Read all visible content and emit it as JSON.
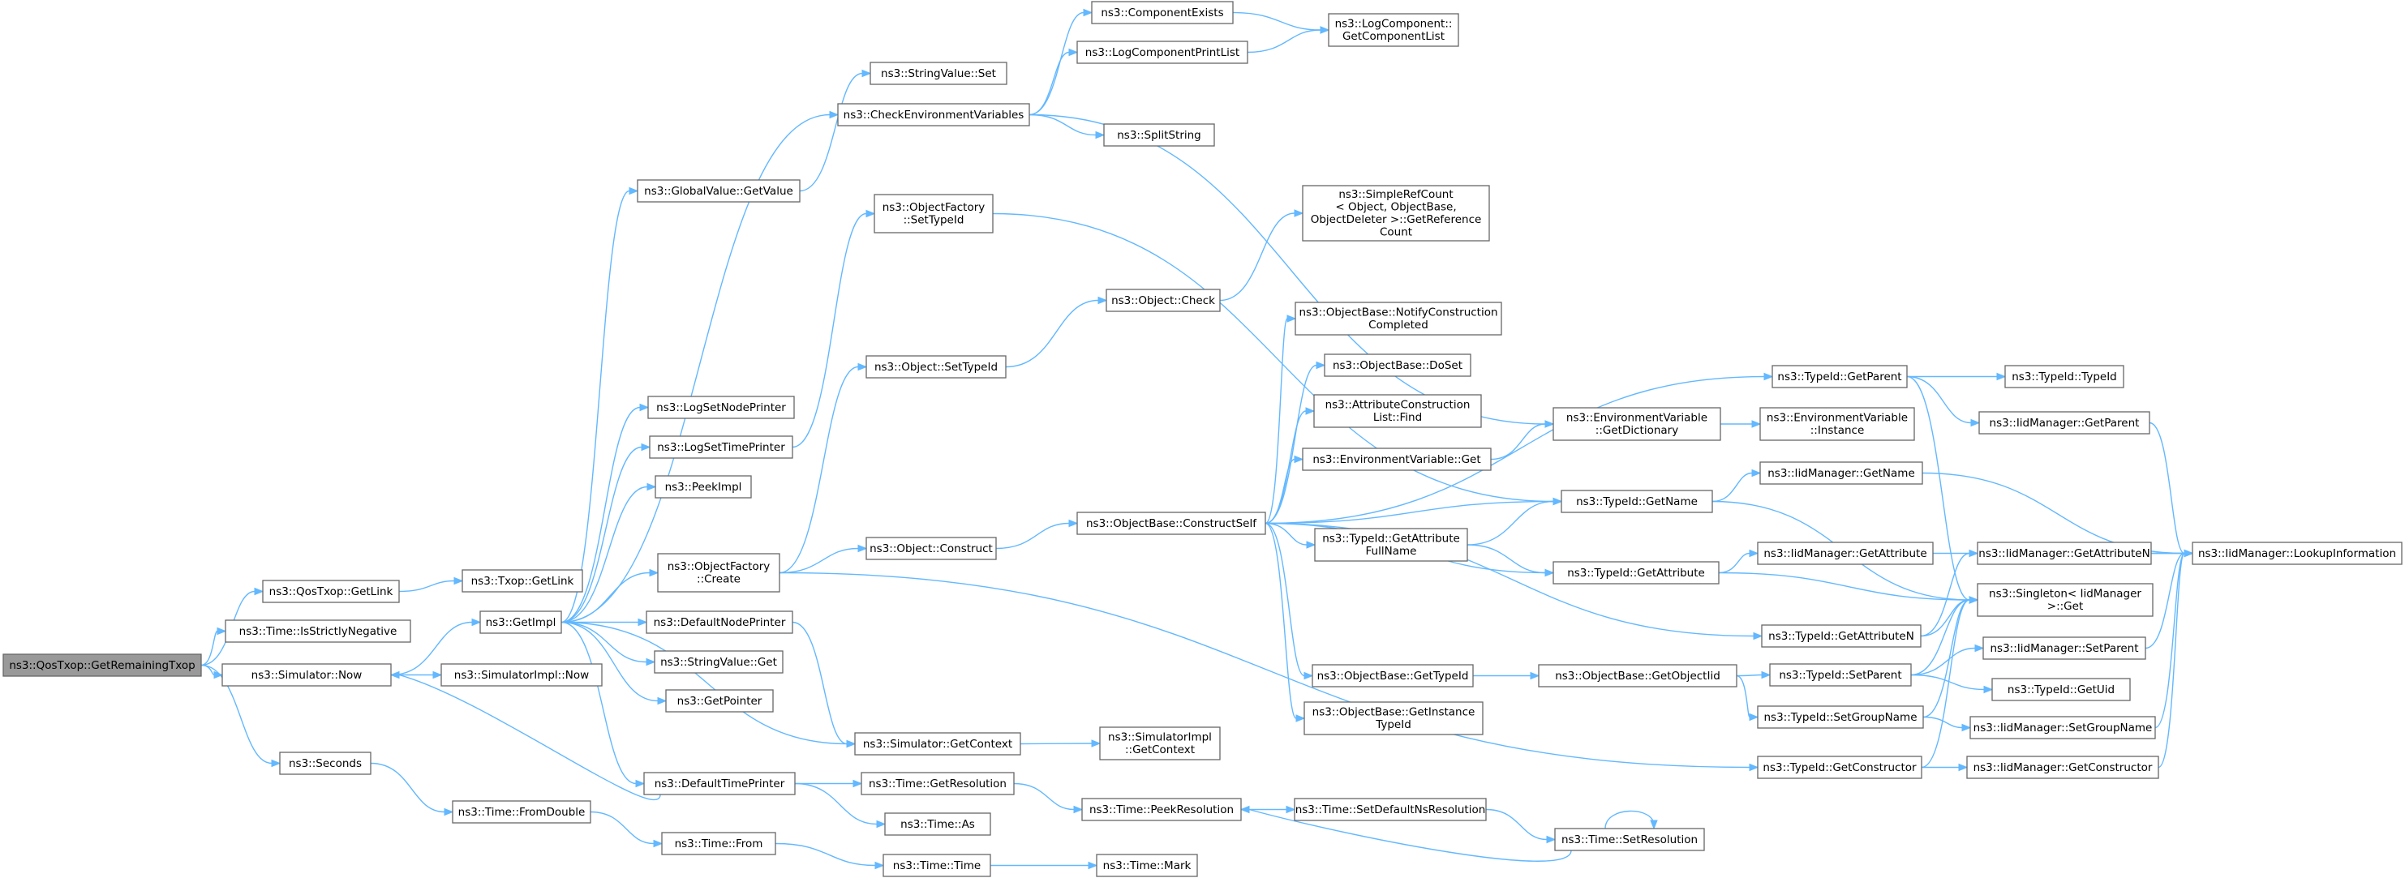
{
  "graph": {
    "root": "root",
    "colors": {
      "edge": "#63b8ff",
      "node_border": "#666666",
      "root_fill": "#999999",
      "node_fill": "#ffffff"
    },
    "nodes": [
      {
        "id": "root",
        "lines": [
          "ns3::QosTxop::GetRemainingTxop"
        ]
      },
      {
        "id": "qos_getlink",
        "lines": [
          "ns3::QosTxop::GetLink"
        ]
      },
      {
        "id": "txop_getlink",
        "lines": [
          "ns3::Txop::GetLink"
        ]
      },
      {
        "id": "strictneg",
        "lines": [
          "ns3::Time::IsStrictlyNegative"
        ]
      },
      {
        "id": "sim_now",
        "lines": [
          "ns3::Simulator::Now"
        ]
      },
      {
        "id": "simimpl_now",
        "lines": [
          "ns3::SimulatorImpl::Now"
        ]
      },
      {
        "id": "seconds",
        "lines": [
          "ns3::Seconds"
        ]
      },
      {
        "id": "fromdouble",
        "lines": [
          "ns3::Time::FromDouble"
        ]
      },
      {
        "id": "time_from",
        "lines": [
          "ns3::Time::From"
        ]
      },
      {
        "id": "time_time",
        "lines": [
          "ns3::Time::Time"
        ]
      },
      {
        "id": "time_mark",
        "lines": [
          "ns3::Time::Mark"
        ]
      },
      {
        "id": "getimpl",
        "lines": [
          "ns3::GetImpl"
        ]
      },
      {
        "id": "gv_getvalue",
        "lines": [
          "ns3::GlobalValue::GetValue"
        ]
      },
      {
        "id": "sv_set",
        "lines": [
          "ns3::StringValue::Set"
        ]
      },
      {
        "id": "checkenv",
        "lines": [
          "ns3::CheckEnvironmentVariables"
        ]
      },
      {
        "id": "compexists",
        "lines": [
          "ns3::ComponentExists"
        ]
      },
      {
        "id": "logcompprint",
        "lines": [
          "ns3::LogComponentPrintList"
        ]
      },
      {
        "id": "getcomplist",
        "lines": [
          "ns3::LogComponent::",
          "GetComponentList"
        ]
      },
      {
        "id": "splitstring",
        "lines": [
          "ns3::SplitString"
        ]
      },
      {
        "id": "of_settypeid",
        "lines": [
          "ns3::ObjectFactory",
          "::SetTypeId"
        ]
      },
      {
        "id": "logsetnode",
        "lines": [
          "ns3::LogSetNodePrinter"
        ]
      },
      {
        "id": "logsettime",
        "lines": [
          "ns3::LogSetTimePrinter"
        ]
      },
      {
        "id": "peekimpl",
        "lines": [
          "ns3::PeekImpl"
        ]
      },
      {
        "id": "of_create",
        "lines": [
          "ns3::ObjectFactory",
          "::Create"
        ]
      },
      {
        "id": "defnodeprinter",
        "lines": [
          "ns3::DefaultNodePrinter"
        ]
      },
      {
        "id": "sv_get",
        "lines": [
          "ns3::StringValue::Get"
        ]
      },
      {
        "id": "getpointer",
        "lines": [
          "ns3::GetPointer"
        ]
      },
      {
        "id": "deftimeprinter",
        "lines": [
          "ns3::DefaultTimePrinter"
        ]
      },
      {
        "id": "obj_settypeid",
        "lines": [
          "ns3::Object::SetTypeId"
        ]
      },
      {
        "id": "obj_check",
        "lines": [
          "ns3::Object::Check"
        ]
      },
      {
        "id": "simplerefcount",
        "lines": [
          "ns3::SimpleRefCount",
          "< Object, ObjectBase,",
          "ObjectDeleter >::GetReference",
          "Count"
        ]
      },
      {
        "id": "obj_construct",
        "lines": [
          "ns3::Object::Construct"
        ]
      },
      {
        "id": "sim_getcontext",
        "lines": [
          "ns3::Simulator::GetContext"
        ]
      },
      {
        "id": "simimpl_getcontext",
        "lines": [
          "ns3::SimulatorImpl",
          "::GetContext"
        ]
      },
      {
        "id": "getresolution",
        "lines": [
          "ns3::Time::GetResolution"
        ]
      },
      {
        "id": "time_as",
        "lines": [
          "ns3::Time::As"
        ]
      },
      {
        "id": "peekresolution",
        "lines": [
          "ns3::Time::PeekResolution"
        ]
      },
      {
        "id": "setdefaultns",
        "lines": [
          "ns3::Time::SetDefaultNsResolution"
        ]
      },
      {
        "id": "setresolution",
        "lines": [
          "ns3::Time::SetResolution"
        ]
      },
      {
        "id": "constructself",
        "lines": [
          "ns3::ObjectBase::ConstructSelf"
        ]
      },
      {
        "id": "notifyconstr",
        "lines": [
          "ns3::ObjectBase::NotifyConstruction",
          "Completed"
        ]
      },
      {
        "id": "ob_doset",
        "lines": [
          "ns3::ObjectBase::DoSet"
        ]
      },
      {
        "id": "attrconstrfind",
        "lines": [
          "ns3::AttributeConstruction",
          "List::Find"
        ]
      },
      {
        "id": "envvar_get",
        "lines": [
          "ns3::EnvironmentVariable::Get"
        ]
      },
      {
        "id": "tid_getattrfull",
        "lines": [
          "ns3::TypeId::GetAttribute",
          "FullName"
        ]
      },
      {
        "id": "ob_gettypeid",
        "lines": [
          "ns3::ObjectBase::GetTypeId"
        ]
      },
      {
        "id": "ob_getinsttid",
        "lines": [
          "ns3::ObjectBase::GetInstance",
          "TypeId"
        ]
      },
      {
        "id": "envvar_getdict",
        "lines": [
          "ns3::EnvironmentVariable",
          "::GetDictionary"
        ]
      },
      {
        "id": "envvar_instance",
        "lines": [
          "ns3::EnvironmentVariable",
          "::Instance"
        ]
      },
      {
        "id": "tid_getname",
        "lines": [
          "ns3::TypeId::GetName"
        ]
      },
      {
        "id": "tid_getattr",
        "lines": [
          "ns3::TypeId::GetAttribute"
        ]
      },
      {
        "id": "ob_getobjtid",
        "lines": [
          "ns3::ObjectBase::GetObjectIid"
        ]
      },
      {
        "id": "tid_getparent",
        "lines": [
          "ns3::TypeId::GetParent"
        ]
      },
      {
        "id": "tid_typeid",
        "lines": [
          "ns3::TypeId::TypeId"
        ]
      },
      {
        "id": "iid_getparent",
        "lines": [
          "ns3::IidManager::GetParent"
        ]
      },
      {
        "id": "iid_getname",
        "lines": [
          "ns3::IidManager::GetName"
        ]
      },
      {
        "id": "iid_getattr",
        "lines": [
          "ns3::IidManager::GetAttribute"
        ]
      },
      {
        "id": "tid_getattrn",
        "lines": [
          "ns3::TypeId::GetAttributeN"
        ]
      },
      {
        "id": "tid_setparent",
        "lines": [
          "ns3::TypeId::SetParent"
        ]
      },
      {
        "id": "tid_setgroup",
        "lines": [
          "ns3::TypeId::SetGroupName"
        ]
      },
      {
        "id": "tid_getconstr",
        "lines": [
          "ns3::TypeId::GetConstructor"
        ]
      },
      {
        "id": "singleton_get",
        "lines": [
          "ns3::Singleton< IidManager",
          ">::Get"
        ]
      },
      {
        "id": "iid_getattrn",
        "lines": [
          "ns3::IidManager::GetAttributeN"
        ]
      },
      {
        "id": "iid_setparent",
        "lines": [
          "ns3::IidManager::SetParent"
        ]
      },
      {
        "id": "tid_getuid",
        "lines": [
          "ns3::TypeId::GetUid"
        ]
      },
      {
        "id": "iid_setgroup",
        "lines": [
          "ns3::IidManager::SetGroupName"
        ]
      },
      {
        "id": "iid_getconstr",
        "lines": [
          "ns3::IidManager::GetConstructor"
        ]
      },
      {
        "id": "iid_lookup",
        "lines": [
          "ns3::IidManager::LookupInformation"
        ]
      }
    ],
    "edges": [
      [
        "root",
        "qos_getlink"
      ],
      [
        "root",
        "strictneg"
      ],
      [
        "root",
        "sim_now"
      ],
      [
        "root",
        "seconds"
      ],
      [
        "qos_getlink",
        "txop_getlink"
      ],
      [
        "sim_now",
        "getimpl"
      ],
      [
        "sim_now",
        "simimpl_now"
      ],
      [
        "seconds",
        "fromdouble"
      ],
      [
        "fromdouble",
        "time_from"
      ],
      [
        "time_from",
        "time_time"
      ],
      [
        "time_time",
        "time_mark"
      ],
      [
        "getimpl",
        "gv_getvalue"
      ],
      [
        "getimpl",
        "checkenv"
      ],
      [
        "getimpl",
        "logsetnode"
      ],
      [
        "getimpl",
        "logsettime"
      ],
      [
        "getimpl",
        "peekimpl"
      ],
      [
        "getimpl",
        "of_create"
      ],
      [
        "getimpl",
        "defnodeprinter"
      ],
      [
        "getimpl",
        "sv_get"
      ],
      [
        "getimpl",
        "getpointer"
      ],
      [
        "getimpl",
        "deftimeprinter"
      ],
      [
        "getimpl",
        "sim_getcontext"
      ],
      [
        "gv_getvalue",
        "sv_set"
      ],
      [
        "checkenv",
        "compexists"
      ],
      [
        "checkenv",
        "logcompprint"
      ],
      [
        "checkenv",
        "splitstring"
      ],
      [
        "checkenv",
        "envvar_getdict"
      ],
      [
        "compexists",
        "getcomplist"
      ],
      [
        "logcompprint",
        "getcomplist"
      ],
      [
        "logsettime",
        "of_settypeid"
      ],
      [
        "of_settypeid",
        "tid_getname"
      ],
      [
        "of_create",
        "obj_settypeid"
      ],
      [
        "of_create",
        "obj_construct"
      ],
      [
        "of_create",
        "tid_getconstr"
      ],
      [
        "obj_settypeid",
        "obj_check"
      ],
      [
        "obj_check",
        "simplerefcount"
      ],
      [
        "obj_construct",
        "constructself"
      ],
      [
        "defnodeprinter",
        "sim_getcontext"
      ],
      [
        "sim_getcontext",
        "simimpl_getcontext"
      ],
      [
        "deftimeprinter",
        "sim_now"
      ],
      [
        "deftimeprinter",
        "getresolution"
      ],
      [
        "deftimeprinter",
        "time_as"
      ],
      [
        "getresolution",
        "peekresolution"
      ],
      [
        "peekresolution",
        "setdefaultns"
      ],
      [
        "setdefaultns",
        "setresolution"
      ],
      [
        "setresolution",
        "setresolution"
      ],
      [
        "setresolution",
        "peekresolution"
      ],
      [
        "constructself",
        "notifyconstr"
      ],
      [
        "constructself",
        "ob_doset"
      ],
      [
        "constructself",
        "attrconstrfind"
      ],
      [
        "constructself",
        "envvar_get"
      ],
      [
        "constructself",
        "tid_getattrfull"
      ],
      [
        "constructself",
        "tid_getname"
      ],
      [
        "constructself",
        "tid_getattr"
      ],
      [
        "constructself",
        "tid_getparent"
      ],
      [
        "constructself",
        "tid_getattrn"
      ],
      [
        "constructself",
        "ob_gettypeid"
      ],
      [
        "constructself",
        "ob_getinsttid"
      ],
      [
        "envvar_get",
        "envvar_getdict"
      ],
      [
        "envvar_getdict",
        "envvar_instance"
      ],
      [
        "tid_getattrfull",
        "tid_getname"
      ],
      [
        "tid_getattrfull",
        "tid_getattr"
      ],
      [
        "tid_getname",
        "iid_getname"
      ],
      [
        "tid_getname",
        "singleton_get"
      ],
      [
        "tid_getattr",
        "iid_getattr"
      ],
      [
        "tid_getattr",
        "singleton_get"
      ],
      [
        "tid_getparent",
        "tid_typeid"
      ],
      [
        "tid_getparent",
        "iid_getparent"
      ],
      [
        "tid_getparent",
        "singleton_get"
      ],
      [
        "iid_getparent",
        "iid_lookup"
      ],
      [
        "iid_getname",
        "iid_lookup"
      ],
      [
        "iid_getattr",
        "iid_lookup"
      ],
      [
        "tid_getattrn",
        "iid_getattrn"
      ],
      [
        "tid_getattrn",
        "singleton_get"
      ],
      [
        "iid_getattrn",
        "iid_lookup"
      ],
      [
        "ob_gettypeid",
        "ob_getobjtid"
      ],
      [
        "ob_getobjtid",
        "tid_setparent"
      ],
      [
        "ob_getobjtid",
        "tid_setgroup"
      ],
      [
        "tid_setparent",
        "singleton_get"
      ],
      [
        "tid_setparent",
        "iid_setparent"
      ],
      [
        "tid_setparent",
        "tid_getuid"
      ],
      [
        "iid_setparent",
        "iid_lookup"
      ],
      [
        "tid_setgroup",
        "singleton_get"
      ],
      [
        "tid_setgroup",
        "iid_setgroup"
      ],
      [
        "iid_setgroup",
        "iid_lookup"
      ],
      [
        "tid_getconstr",
        "singleton_get"
      ],
      [
        "tid_getconstr",
        "iid_getconstr"
      ],
      [
        "iid_getconstr",
        "iid_lookup"
      ]
    ]
  }
}
